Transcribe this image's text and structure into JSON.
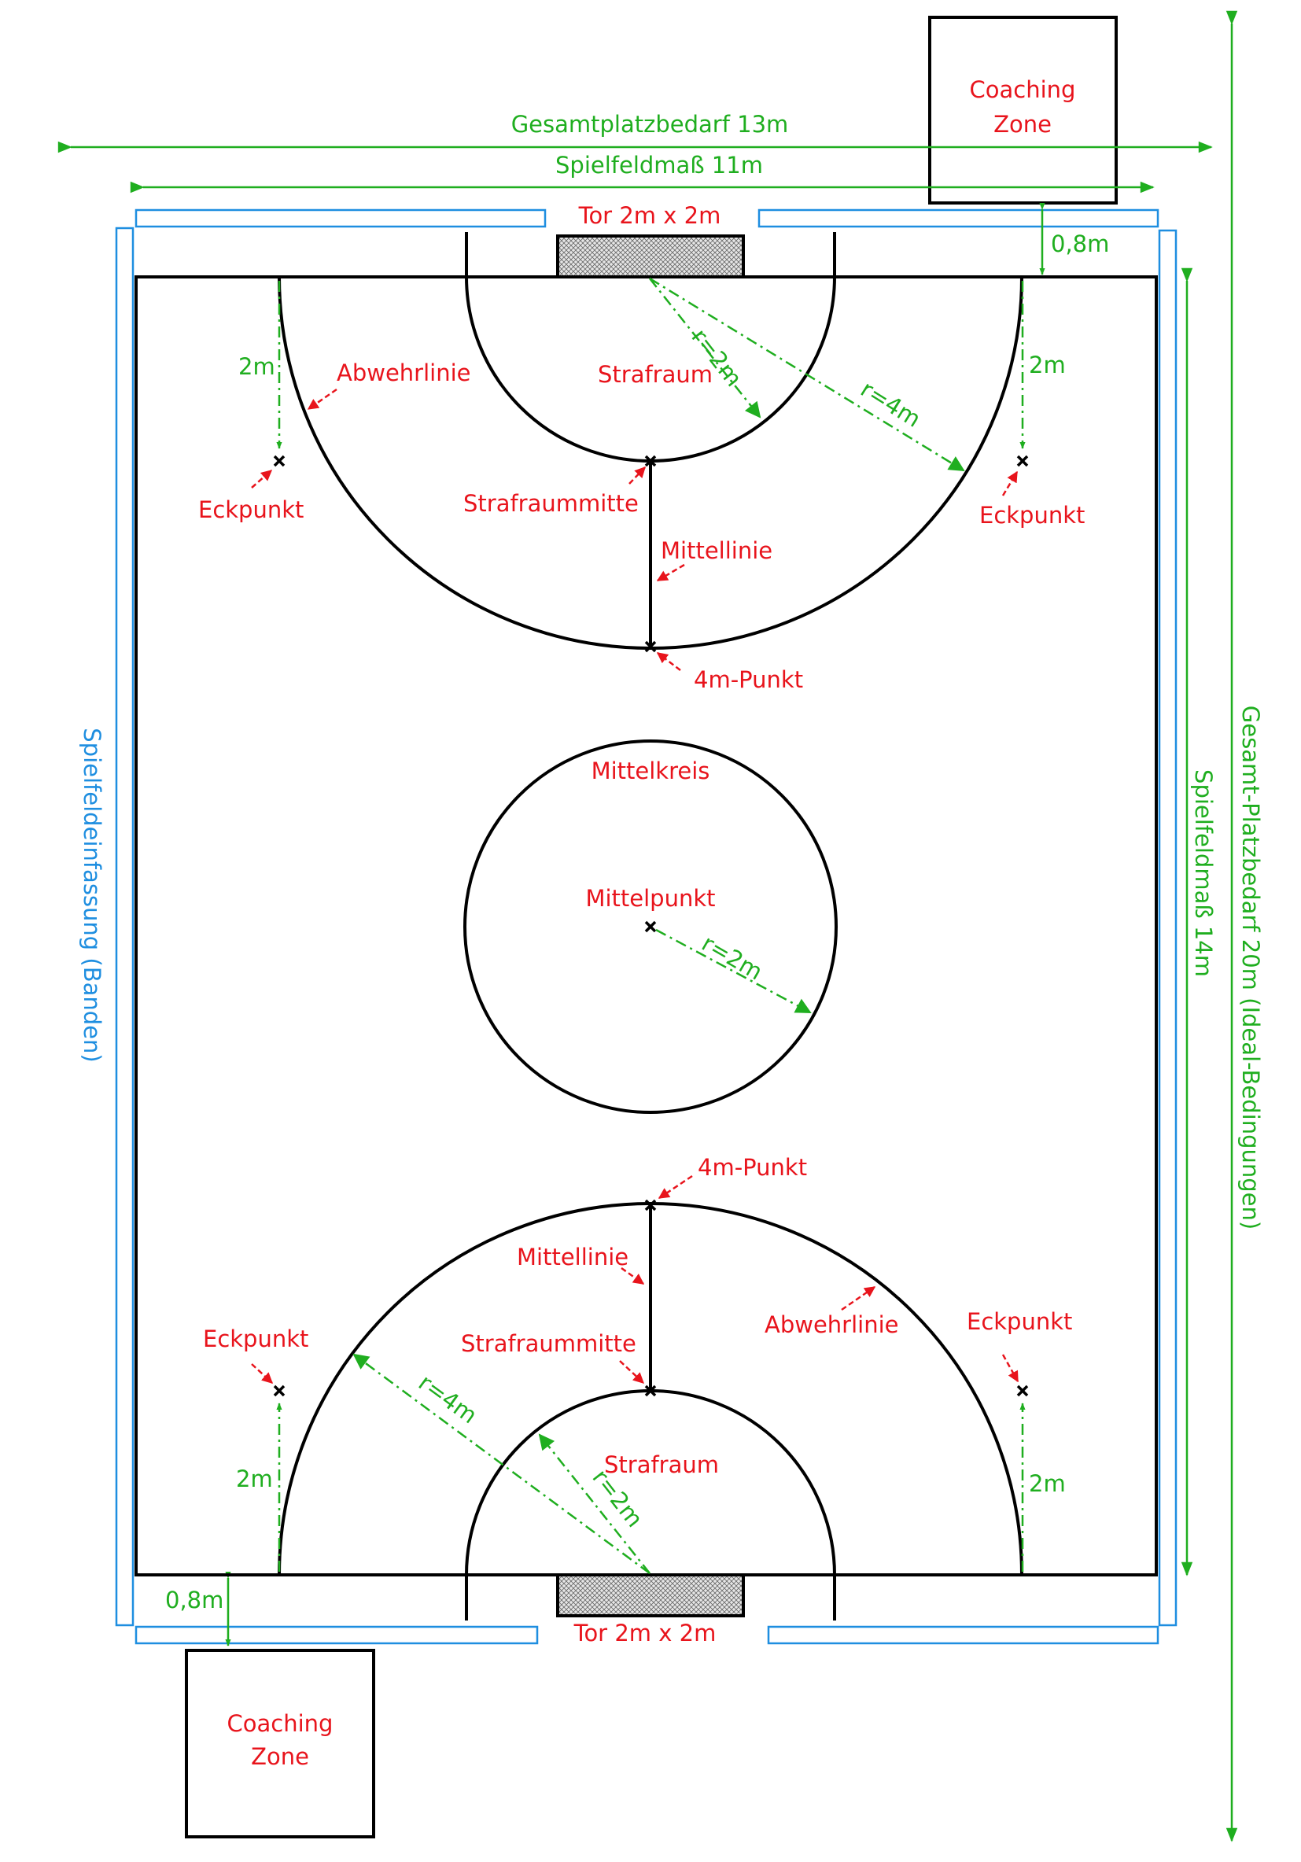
{
  "colors": {
    "field_lines": "#000000",
    "labels_red": "#e8141c",
    "dimensions_green": "#1fae1f",
    "boards_blue": "#1e8ee0"
  },
  "dimensions": {
    "total_width": "Gesamtplatzbedarf 13m",
    "field_width": "Spielfeldmaß 11m",
    "total_length": "Gesamt-Platzbedarf 20m (Ideal-Bedingungen)",
    "field_length": "Spielfeldmaß 14m",
    "margin_top": "0,8m",
    "margin_bottom": "0,8m"
  },
  "boards_label": "Spielfeldeinfassung (Banden)",
  "coaching_zone": {
    "top": [
      "Coaching",
      "Zone"
    ],
    "bottom": [
      "Coaching",
      "Zone"
    ]
  },
  "top_half": {
    "goal": "Tor 2m x 2m",
    "corner_dist_left": "2m",
    "corner_dist_right": "2m",
    "defense_line": "Abwehrlinie",
    "penalty_area": "Strafraum",
    "radius_small": "r=2m",
    "radius_large": "r=4m",
    "corner_point_left": "Eckpunkt",
    "corner_point_right": "Eckpunkt",
    "penalty_center": "Strafraummitte",
    "middle_line": "Mittellinie",
    "four_m_point": "4m-Punkt"
  },
  "center": {
    "circle": "Mittelkreis",
    "point": "Mittelpunkt",
    "radius": "r=2m"
  },
  "bottom_half": {
    "goal": "Tor  2m x 2m",
    "corner_dist_left": "2m",
    "corner_dist_right": "2m",
    "defense_line": "Abwehrlinie",
    "penalty_area": "Strafraum",
    "radius_small": "r=2m",
    "radius_large": "r=4m",
    "corner_point_left": "Eckpunkt",
    "corner_point_right": "Eckpunkt",
    "penalty_center": "Strafraummitte",
    "middle_line": "Mittellinie",
    "four_m_point": "4m-Punkt"
  }
}
